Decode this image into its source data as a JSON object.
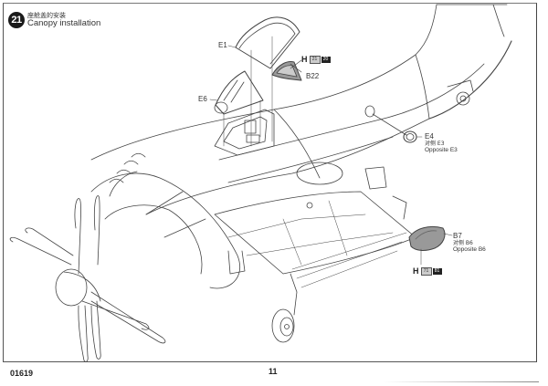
{
  "page": {
    "product_code": "01619",
    "page_number": "11"
  },
  "step": {
    "number": "21",
    "title_cn": "座舱盖的安装",
    "title_en": "Canopy installation"
  },
  "parts": [
    {
      "id": "E1",
      "label": "E1"
    },
    {
      "id": "E6",
      "label": "E6"
    },
    {
      "id": "B22",
      "label": "B22"
    },
    {
      "id": "E4",
      "label": "E4",
      "opposite_cn": "对侧 E3",
      "opposite_en": "Opposite E3"
    },
    {
      "id": "B7",
      "label": "B7",
      "opposite_cn": "对侧 B6",
      "opposite_en": "Opposite B6"
    }
  ],
  "paint_callouts": [
    {
      "prefix": "H",
      "codes": [
        "21",
        "20"
      ],
      "target": "B22"
    },
    {
      "prefix": "H",
      "codes": [
        "71",
        "81"
      ],
      "target": "B7"
    }
  ],
  "colors": {
    "line": "#444444",
    "part_fill_dark": "#9a9a9a",
    "badge": "#1a1a1a"
  }
}
